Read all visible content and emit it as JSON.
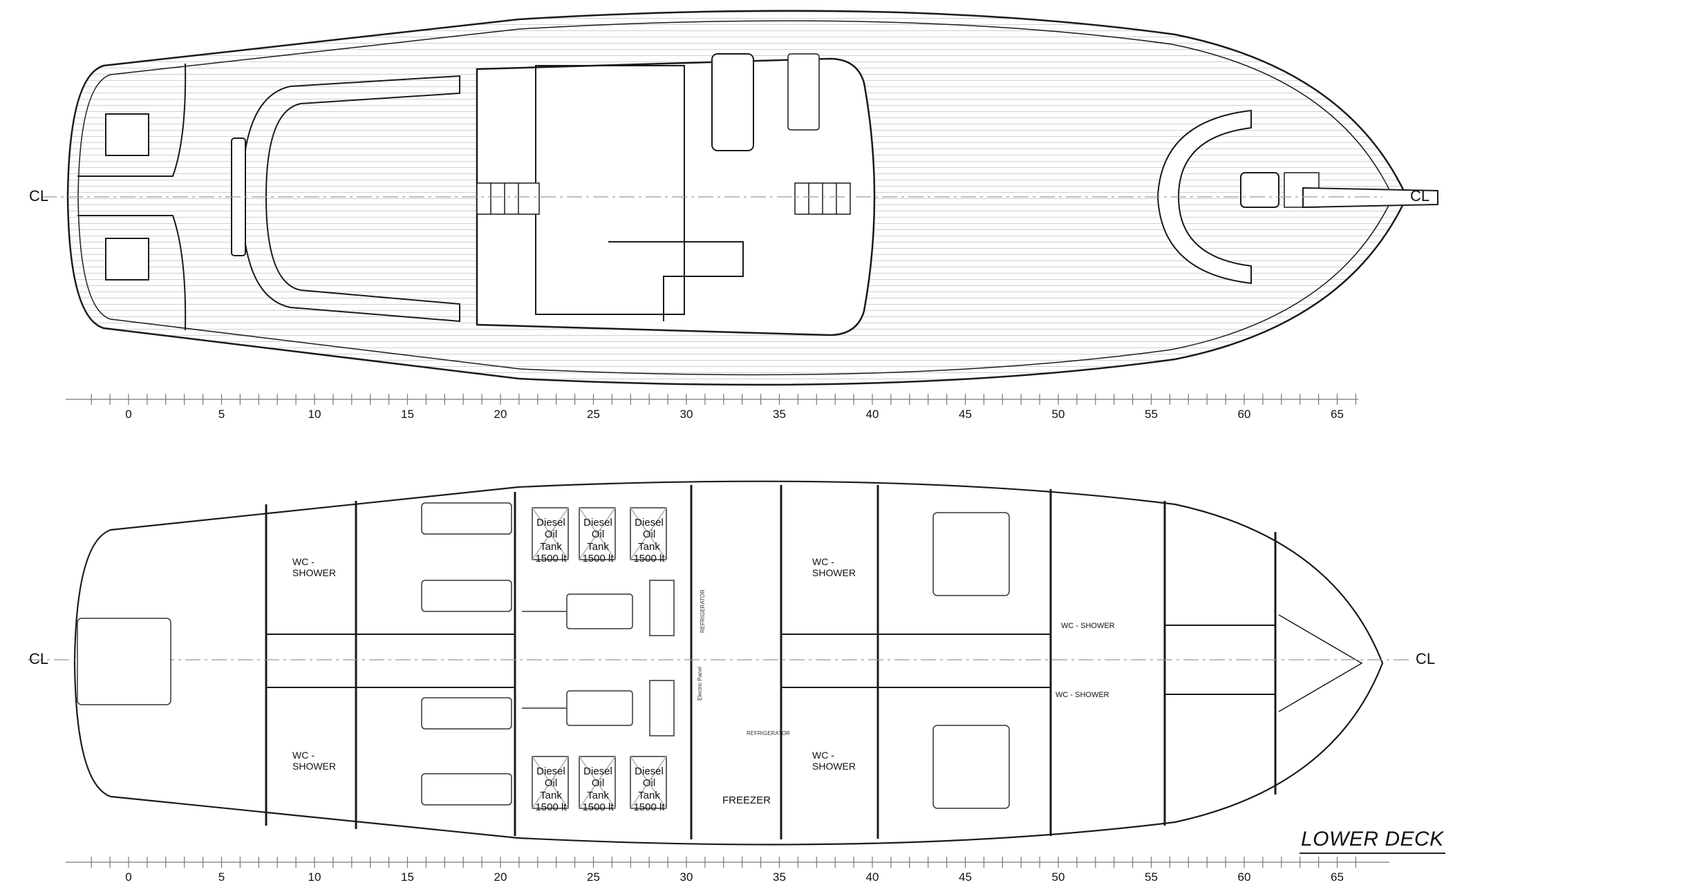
{
  "drawing": {
    "title": "LOWER DECK",
    "centerline_label": "CL"
  },
  "upper_deck": {
    "centerline_labels": {
      "aft": "CL",
      "bow": "CL"
    },
    "scale_ruler": {
      "unit_step": 1,
      "major_step": 5,
      "labels": [
        "0",
        "5",
        "10",
        "15",
        "20",
        "25",
        "30",
        "35",
        "40",
        "45",
        "50",
        "55",
        "60",
        "65"
      ]
    }
  },
  "lower_deck": {
    "centerline_labels": {
      "aft": "CL",
      "bow": "CL"
    },
    "title": "LOWER DECK",
    "rooms": {
      "wc_aft_port": "WC -\nSHOWER",
      "wc_aft_stbd": "WC -\nSHOWER",
      "wc_mid_port": "WC -\nSHOWER",
      "wc_mid_stbd": "WC -\nSHOWER",
      "wc_fwd_port": "WC - SHOWER",
      "wc_fwd_stbd": "WC - SHOWER",
      "freezer": "FREEZER",
      "refrigerator_1": "REFRIGERATOR",
      "refrigerator_2": "REFRIGERATOR",
      "electric_panel": "Electric Panel"
    },
    "tanks": [
      {
        "label": "Diesel Oil\nTank\n1500 lt"
      },
      {
        "label": "Diesel Oil\nTank\n1500 lt"
      },
      {
        "label": "Diesel Oil\nTank\n1500 lt"
      },
      {
        "label": "Diesel Oil\nTank\n1500 lt"
      },
      {
        "label": "Diesel Oil\nTank\n1500 lt"
      },
      {
        "label": "Diesel Oil\nTank\n1500 lt"
      }
    ],
    "scale_ruler": {
      "unit_step": 1,
      "major_step": 5,
      "labels": [
        "0",
        "5",
        "10",
        "15",
        "20",
        "25",
        "30",
        "35",
        "40",
        "45",
        "50",
        "55",
        "60",
        "65"
      ]
    }
  },
  "colors": {
    "line": "#1a1a1a",
    "deck_planking": "#c8c8c8",
    "centerline": "#9a9a9a",
    "ruler": "#777777",
    "background": "#ffffff"
  }
}
